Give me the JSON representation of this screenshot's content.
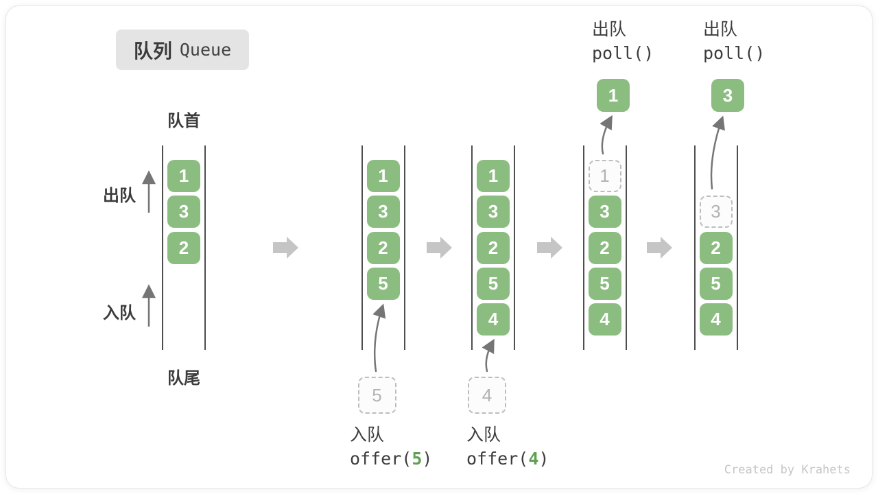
{
  "title": {
    "zh": "队列",
    "en": "Queue"
  },
  "labels": {
    "front": "队首",
    "rear": "队尾",
    "dequeue_side": "出队",
    "enqueue_side": "入队"
  },
  "watermark": "Created by Krahets",
  "colors": {
    "box_green": "#8bbd80",
    "code_green": "#5fa052",
    "text_dark": "#3c3c3c",
    "channel_line": "#4e4e4e",
    "curve_arrow_gray": "#757575",
    "block_arrow_gray": "#c5c5c5",
    "dashed_border": "#bdbdbd",
    "dashed_text": "#b3b3b3",
    "title_bg": "#e4e4e4",
    "watermark_gray": "#c6c6c6"
  },
  "states": [
    {
      "slots": [
        {
          "value": "1"
        },
        {
          "value": "3"
        },
        {
          "value": "2"
        }
      ]
    },
    {
      "slots": [
        {
          "value": "1"
        },
        {
          "value": "3"
        },
        {
          "value": "2"
        },
        {
          "value": "5"
        }
      ],
      "operation": {
        "kind": "enqueue",
        "label": "入队",
        "code_pre": "offer(",
        "code_arg": "5",
        "code_post": ")",
        "pending_value": "5"
      }
    },
    {
      "slots": [
        {
          "value": "1"
        },
        {
          "value": "3"
        },
        {
          "value": "2"
        },
        {
          "value": "5"
        },
        {
          "value": "4"
        }
      ],
      "operation": {
        "kind": "enqueue",
        "label": "入队",
        "code_pre": "offer(",
        "code_arg": "4",
        "code_post": ")",
        "pending_value": "4"
      }
    },
    {
      "slots": [
        {
          "value": "1",
          "dashed": true
        },
        {
          "value": "3"
        },
        {
          "value": "2"
        },
        {
          "value": "5"
        },
        {
          "value": "4"
        }
      ],
      "operation": {
        "kind": "dequeue",
        "label": "出队",
        "code_pre": "poll()",
        "code_arg": "",
        "code_post": "",
        "result_value": "1"
      }
    },
    {
      "slots": [
        null,
        {
          "value": "3",
          "dashed": true
        },
        {
          "value": "2"
        },
        {
          "value": "5"
        },
        {
          "value": "4"
        }
      ],
      "operation": {
        "kind": "dequeue",
        "label": "出队",
        "code_pre": "poll()",
        "code_arg": "",
        "code_post": "",
        "result_value": "3"
      }
    }
  ]
}
